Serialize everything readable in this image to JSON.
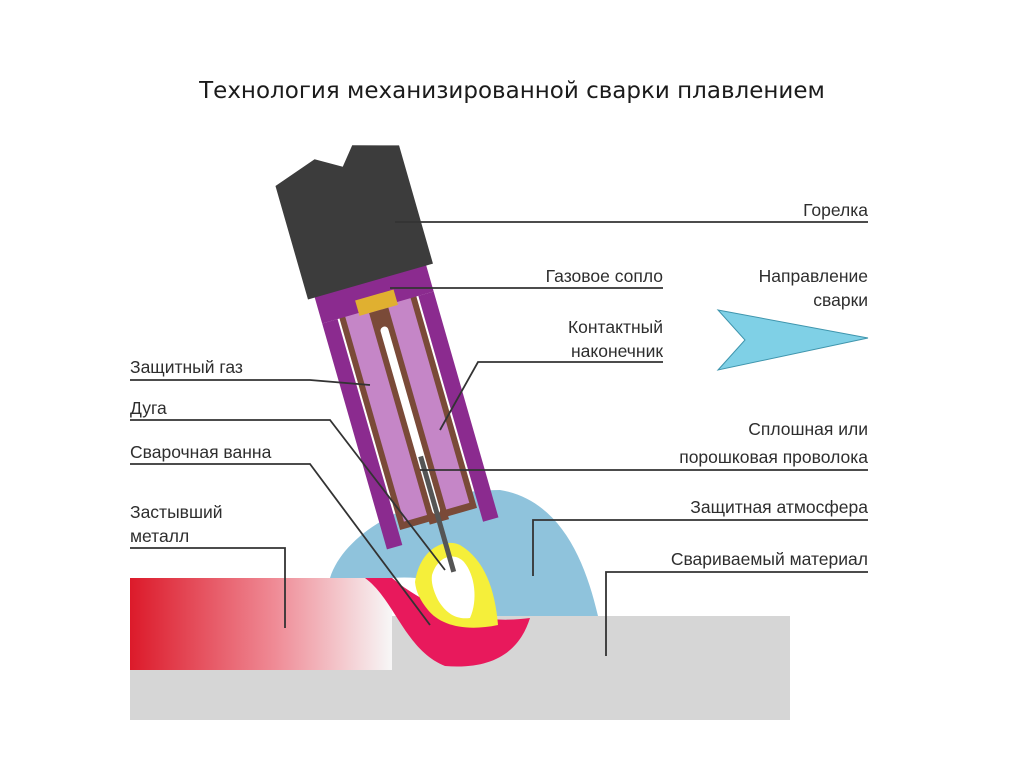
{
  "title": "Технология механизированной сварки плавлением",
  "labels": {
    "torch": "Горелка",
    "gas_nozzle": "Газовое сопло",
    "contact_tip_1": "Контактный",
    "contact_tip_2": "наконечник",
    "shield_gas": "Защитный газ",
    "arc": "Дуга",
    "weld_pool": "Сварочная ванна",
    "solid_metal_1": "Застывший",
    "solid_metal_2": "металл",
    "wire_1": "Сплошная или",
    "wire_2": "порошковая проволока",
    "atmosphere": "Защитная атмосфера",
    "base_material": "Свариваемый материал",
    "direction_1": "Направление",
    "direction_2": "сварки"
  },
  "colors": {
    "torch_body": "#3c3c3c",
    "nozzle": "#8b2b8f",
    "nozzle_inner": "#c586c7",
    "tube": "#7a4a38",
    "tip": "#e0b030",
    "atmosphere": "#8fc3dc",
    "base": "#d6d6d6",
    "weld_pool": "#e8195c",
    "arc": "#f5ef3a",
    "hot_metal": "#dc1a2a",
    "arrow": "#7fd0e6"
  }
}
